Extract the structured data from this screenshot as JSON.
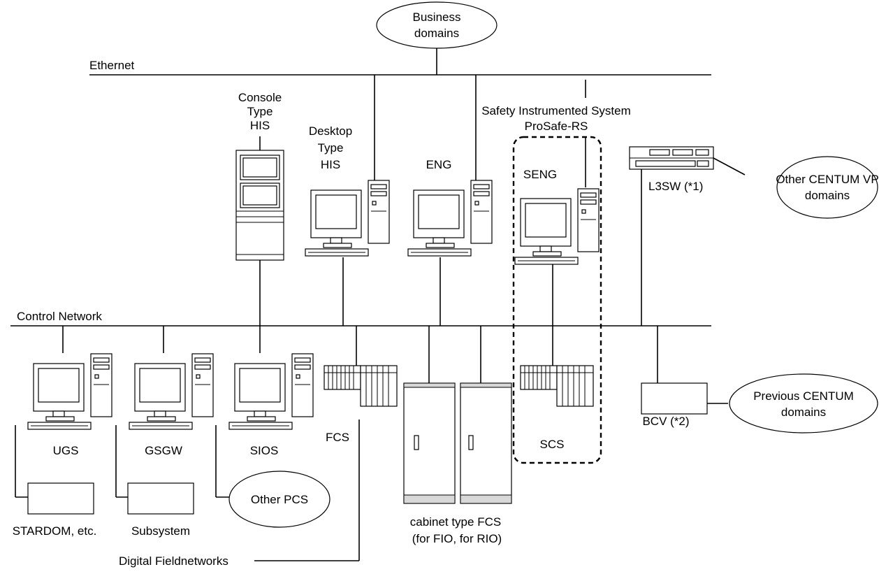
{
  "labels": {
    "business_domains_line1": "Business",
    "business_domains_line2": "domains",
    "ethernet": "Ethernet",
    "console_his_line1": "Console",
    "console_his_line2": "Type",
    "console_his_line3": "HIS",
    "desktop_his_line1": "Desktop",
    "desktop_his_line2": "Type",
    "desktop_his_line3": "HIS",
    "eng": "ENG",
    "sis_line1": "Safety Instrumented System",
    "sis_line2": "ProSafe-RS",
    "seng": "SENG",
    "l3sw": "L3SW (*1)",
    "other_centum_vp_line1": "Other CENTUM VP",
    "other_centum_vp_line2": "domains",
    "control_network": "Control Network",
    "ugs": "UGS",
    "gsgw": "GSGW",
    "sios": "SIOS",
    "fcs": "FCS",
    "cabinet_fcs_line1": "cabinet type FCS",
    "cabinet_fcs_line2": "(for FIO, for RIO)",
    "scs": "SCS",
    "bcv": "BCV (*2)",
    "previous_centum_line1": "Previous CENTUM",
    "previous_centum_line2": "domains",
    "stardom": "STARDOM, etc.",
    "subsystem": "Subsystem",
    "other_pcs": "Other PCS",
    "digital_fieldnetworks": "Digital Fieldnetworks"
  }
}
